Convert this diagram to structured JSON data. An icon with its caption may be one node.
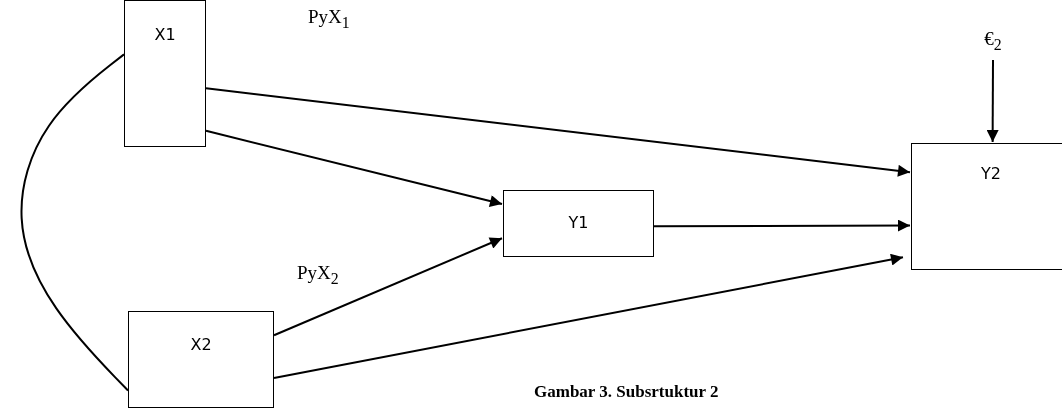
{
  "diagram": {
    "caption": "Gambar 3. Subsrtuktur 2",
    "nodes": [
      {
        "text": [
          "X1"
        ]
      },
      {
        "text": [
          "€$_{2}$"
        ]
      },
      {
        "text": [
          "Y2"
        ]
      },
      {
        "text": [
          "Y1"
        ]
      },
      {
        "text": [
          "X2"
        ]
      }
    ],
    "edges": [
      {
        "from": 0,
        "to": 2,
        "arrow": "to",
        "label": "PyX$_{1}$"
      },
      {
        "from": 0,
        "to": 3,
        "arrow": "to"
      },
      {
        "from": 1,
        "to": 2,
        "arrow": "to"
      },
      {
        "from": 4,
        "to": 3,
        "arrow": "to",
        "label": "PyX$_{2}$"
      },
      {
        "from": 3,
        "to": 2,
        "arrow": "to"
      },
      {
        "from": 4,
        "to": 2,
        "arrow": "to"
      },
      {
        "from": 0,
        "to": 4,
        "arrow": "none"
      }
    ]
  }
}
